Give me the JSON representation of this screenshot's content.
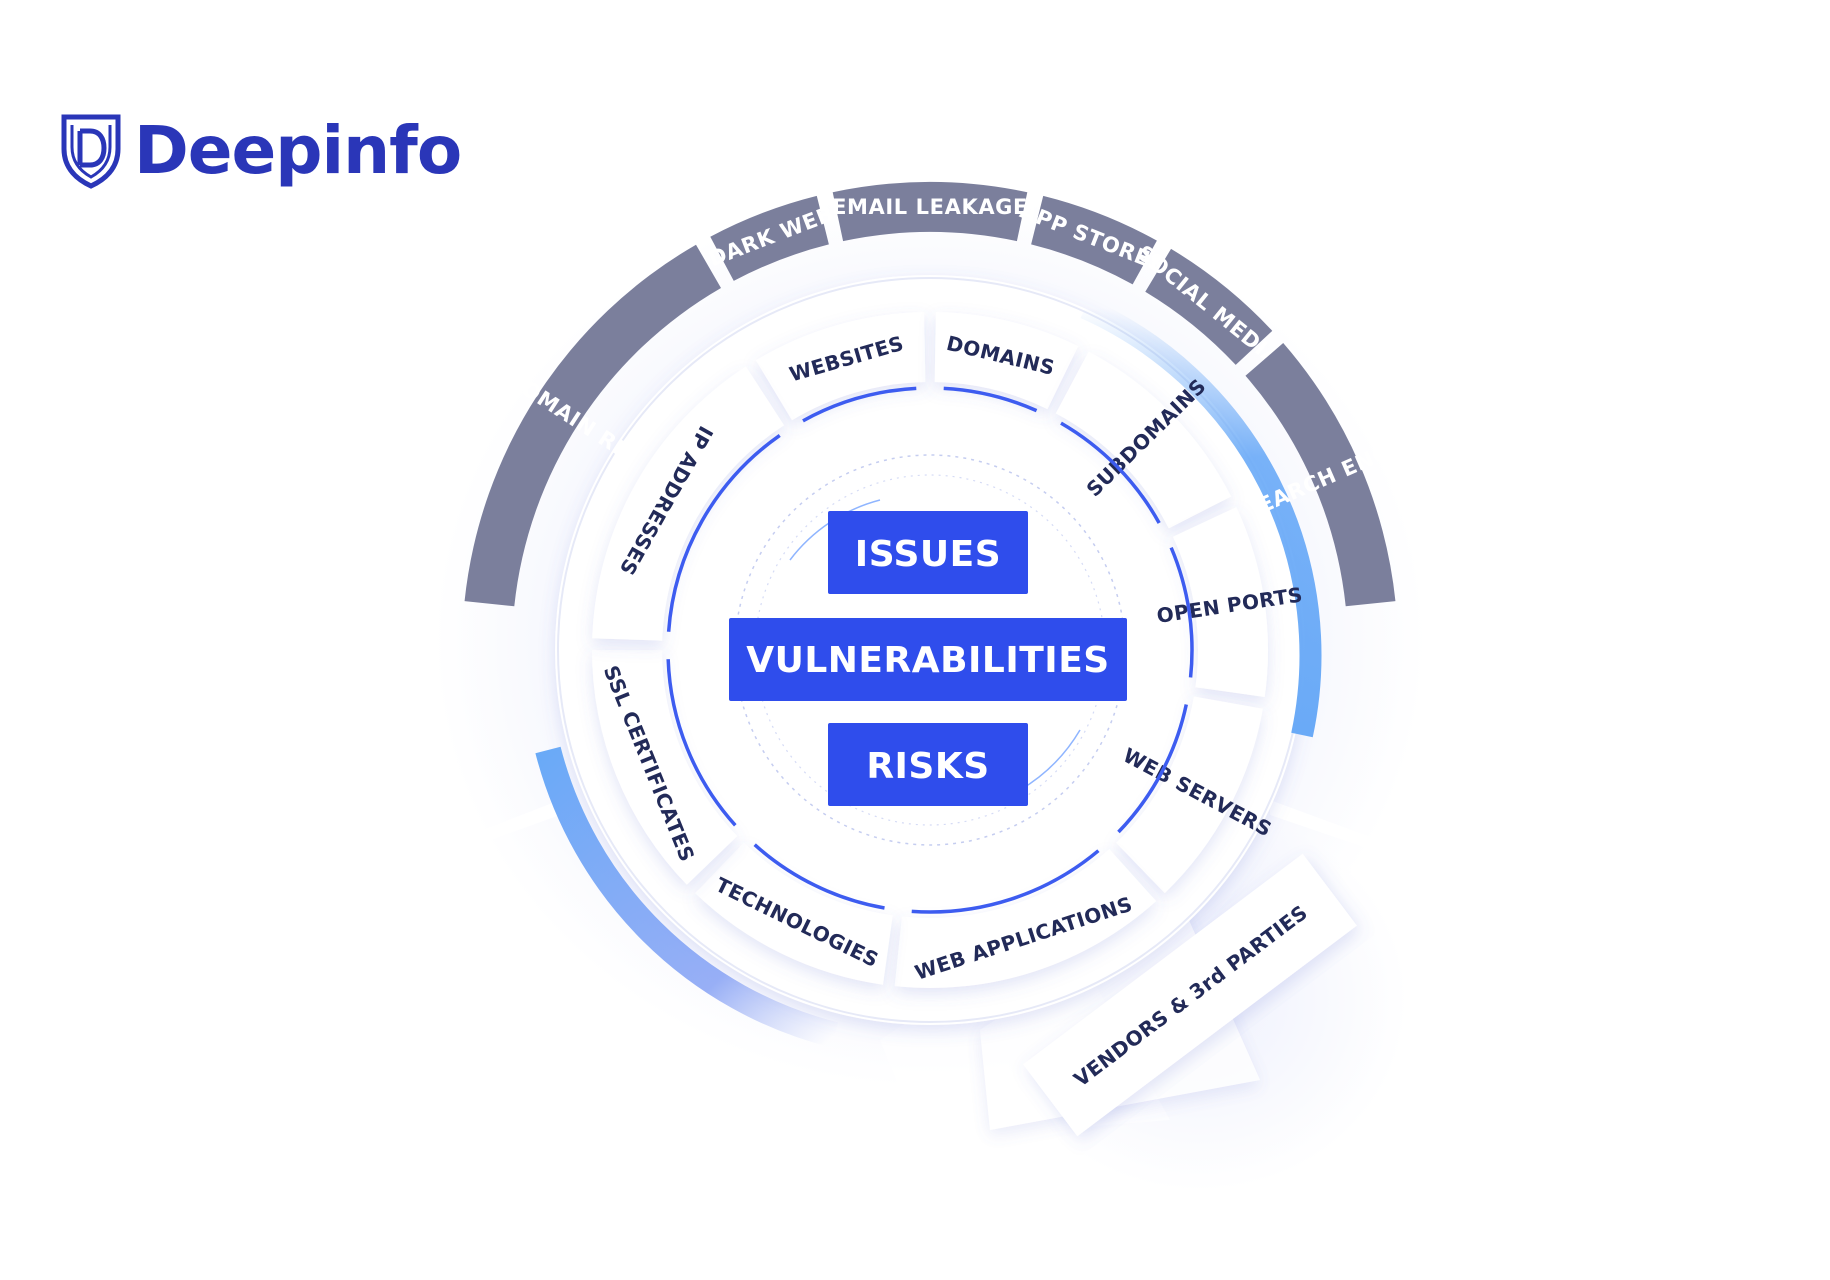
{
  "brand": {
    "name": "Deepinfo",
    "logo_icon": "shield-d-icon",
    "color": "#2a36b8"
  },
  "colors": {
    "outer_segment": "#7b7f9c",
    "core_box": "#2f4dec",
    "accent_arc": "#3d5cf0",
    "highlight_arc": "#6aaaf7",
    "inner_label": "#222a58"
  },
  "outer_ring": [
    "FRAUDULENT DOMAIN REGISTRATION",
    "DARK WEB",
    "EMAIL LEAKAGE",
    "APP STORES",
    "SOCIAL MEDIA",
    "SEARCH ENGINE"
  ],
  "inner_ring": [
    "WEBSITES",
    "DOMAINS",
    "SUBDOMAINS",
    "OPEN PORTS",
    "WEB SERVERS",
    "WEB APPLICATIONS",
    "TECHNOLOGIES",
    "SSL CERTIFICATES",
    "IP ADDRESSES"
  ],
  "core": [
    "ISSUES",
    "VULNERABILITIES",
    "RISKS"
  ],
  "vendors": "VENDORS & 3rd PARTIES"
}
